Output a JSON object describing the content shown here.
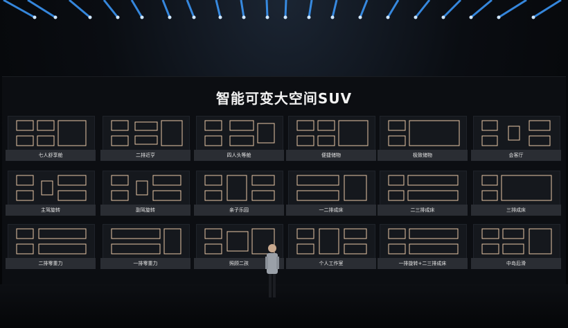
{
  "title": "智能可变大空间SUV",
  "modes": [
    {
      "label": "七人舒享舱"
    },
    {
      "label": "二排近亨"
    },
    {
      "label": "四人头等舱"
    },
    {
      "label": "便捷储物"
    },
    {
      "label": "极致储物"
    },
    {
      "label": "会客厅"
    },
    {
      "label": "主驾旋转"
    },
    {
      "label": "副驾旋转"
    },
    {
      "label": "亲子乐园"
    },
    {
      "label": "一二排成床"
    },
    {
      "label": "二三排成床"
    },
    {
      "label": "三排成床"
    },
    {
      "label": "二排零重力"
    },
    {
      "label": "一排零重力"
    },
    {
      "label": "照顾二孩"
    },
    {
      "label": "个人工作室"
    },
    {
      "label": "一排旋转+二三排成床"
    },
    {
      "label": "中岛后滑"
    }
  ],
  "colors": {
    "seat_line": "#e9c7a6",
    "label_bar": "#2a2d33",
    "spotlight": "#4aa8ff"
  }
}
